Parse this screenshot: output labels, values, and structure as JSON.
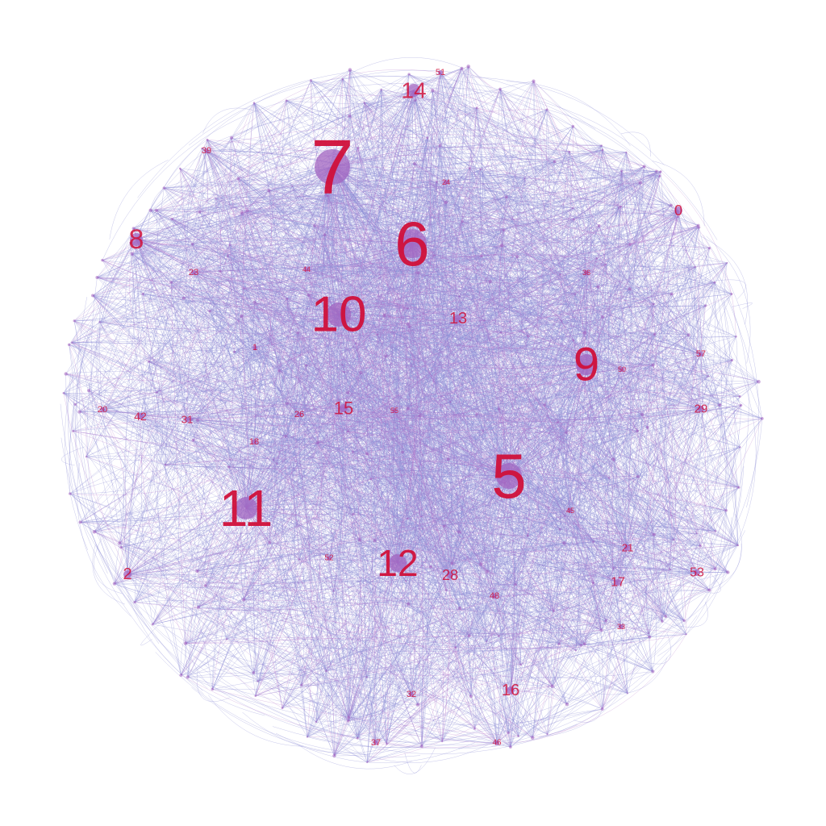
{
  "colors": {
    "background": "#ffffff",
    "edge": "#8f8fd6",
    "edge_accent": "#b070c8",
    "node": "#a264c0",
    "label": "#d0103a"
  },
  "graph": {
    "type": "network",
    "layout": "circular-cloud",
    "hub_labels": [
      "7",
      "6",
      "10",
      "9",
      "5",
      "11",
      "12",
      "14",
      "8"
    ],
    "labels": [
      "7",
      "6",
      "10",
      "9",
      "5",
      "11",
      "12",
      "14",
      "8",
      "0",
      "13",
      "15",
      "2",
      "28",
      "16",
      "17",
      "53",
      "21",
      "29",
      "57",
      "51",
      "39",
      "23",
      "1",
      "42",
      "31",
      "26",
      "18",
      "20",
      "48",
      "32",
      "37",
      "52",
      "46",
      "33",
      "50",
      "55",
      "45",
      "24",
      "44",
      "36"
    ]
  }
}
